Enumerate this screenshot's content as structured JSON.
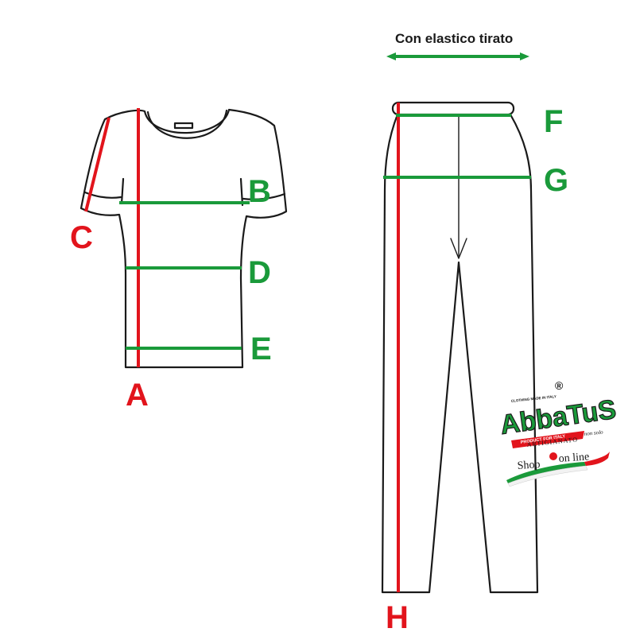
{
  "caption": "Con elastico tirato",
  "labels": {
    "a": "A",
    "b": "B",
    "c": "C",
    "d": "D",
    "e": "E",
    "f": "F",
    "g": "G",
    "h": "H"
  },
  "colors": {
    "outline": "#1a1a1a",
    "red": "#e2141c",
    "green": "#1a9a3a",
    "label_red": "#e2141c",
    "label_green": "#1a9a3a"
  },
  "logo": {
    "brand": "AbbaTuS",
    "registered": "®",
    "tagline_top": "CLOTHING MADE IN ITALY",
    "band": "PRODUCT FOR ITALY",
    "artigianato": "ARTIGIANATO",
    "non_solo": "non solo",
    "shop_a": "Shop",
    "shop_b": "on line"
  }
}
